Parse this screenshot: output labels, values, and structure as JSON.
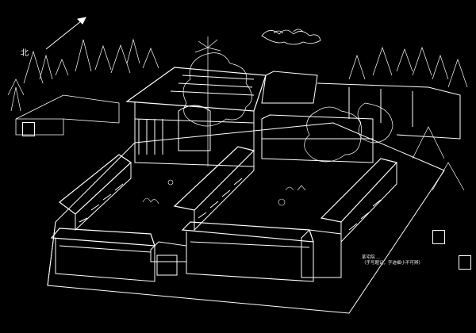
{
  "north_label": "北",
  "caption": "某宅院 …\n（手写题记，字迹细小不可辨）",
  "colors": {
    "background": "#000000",
    "ink": "#ffffff"
  },
  "icons": {
    "north_arrow": "north-arrow-icon",
    "seal": "seal-stamp"
  }
}
